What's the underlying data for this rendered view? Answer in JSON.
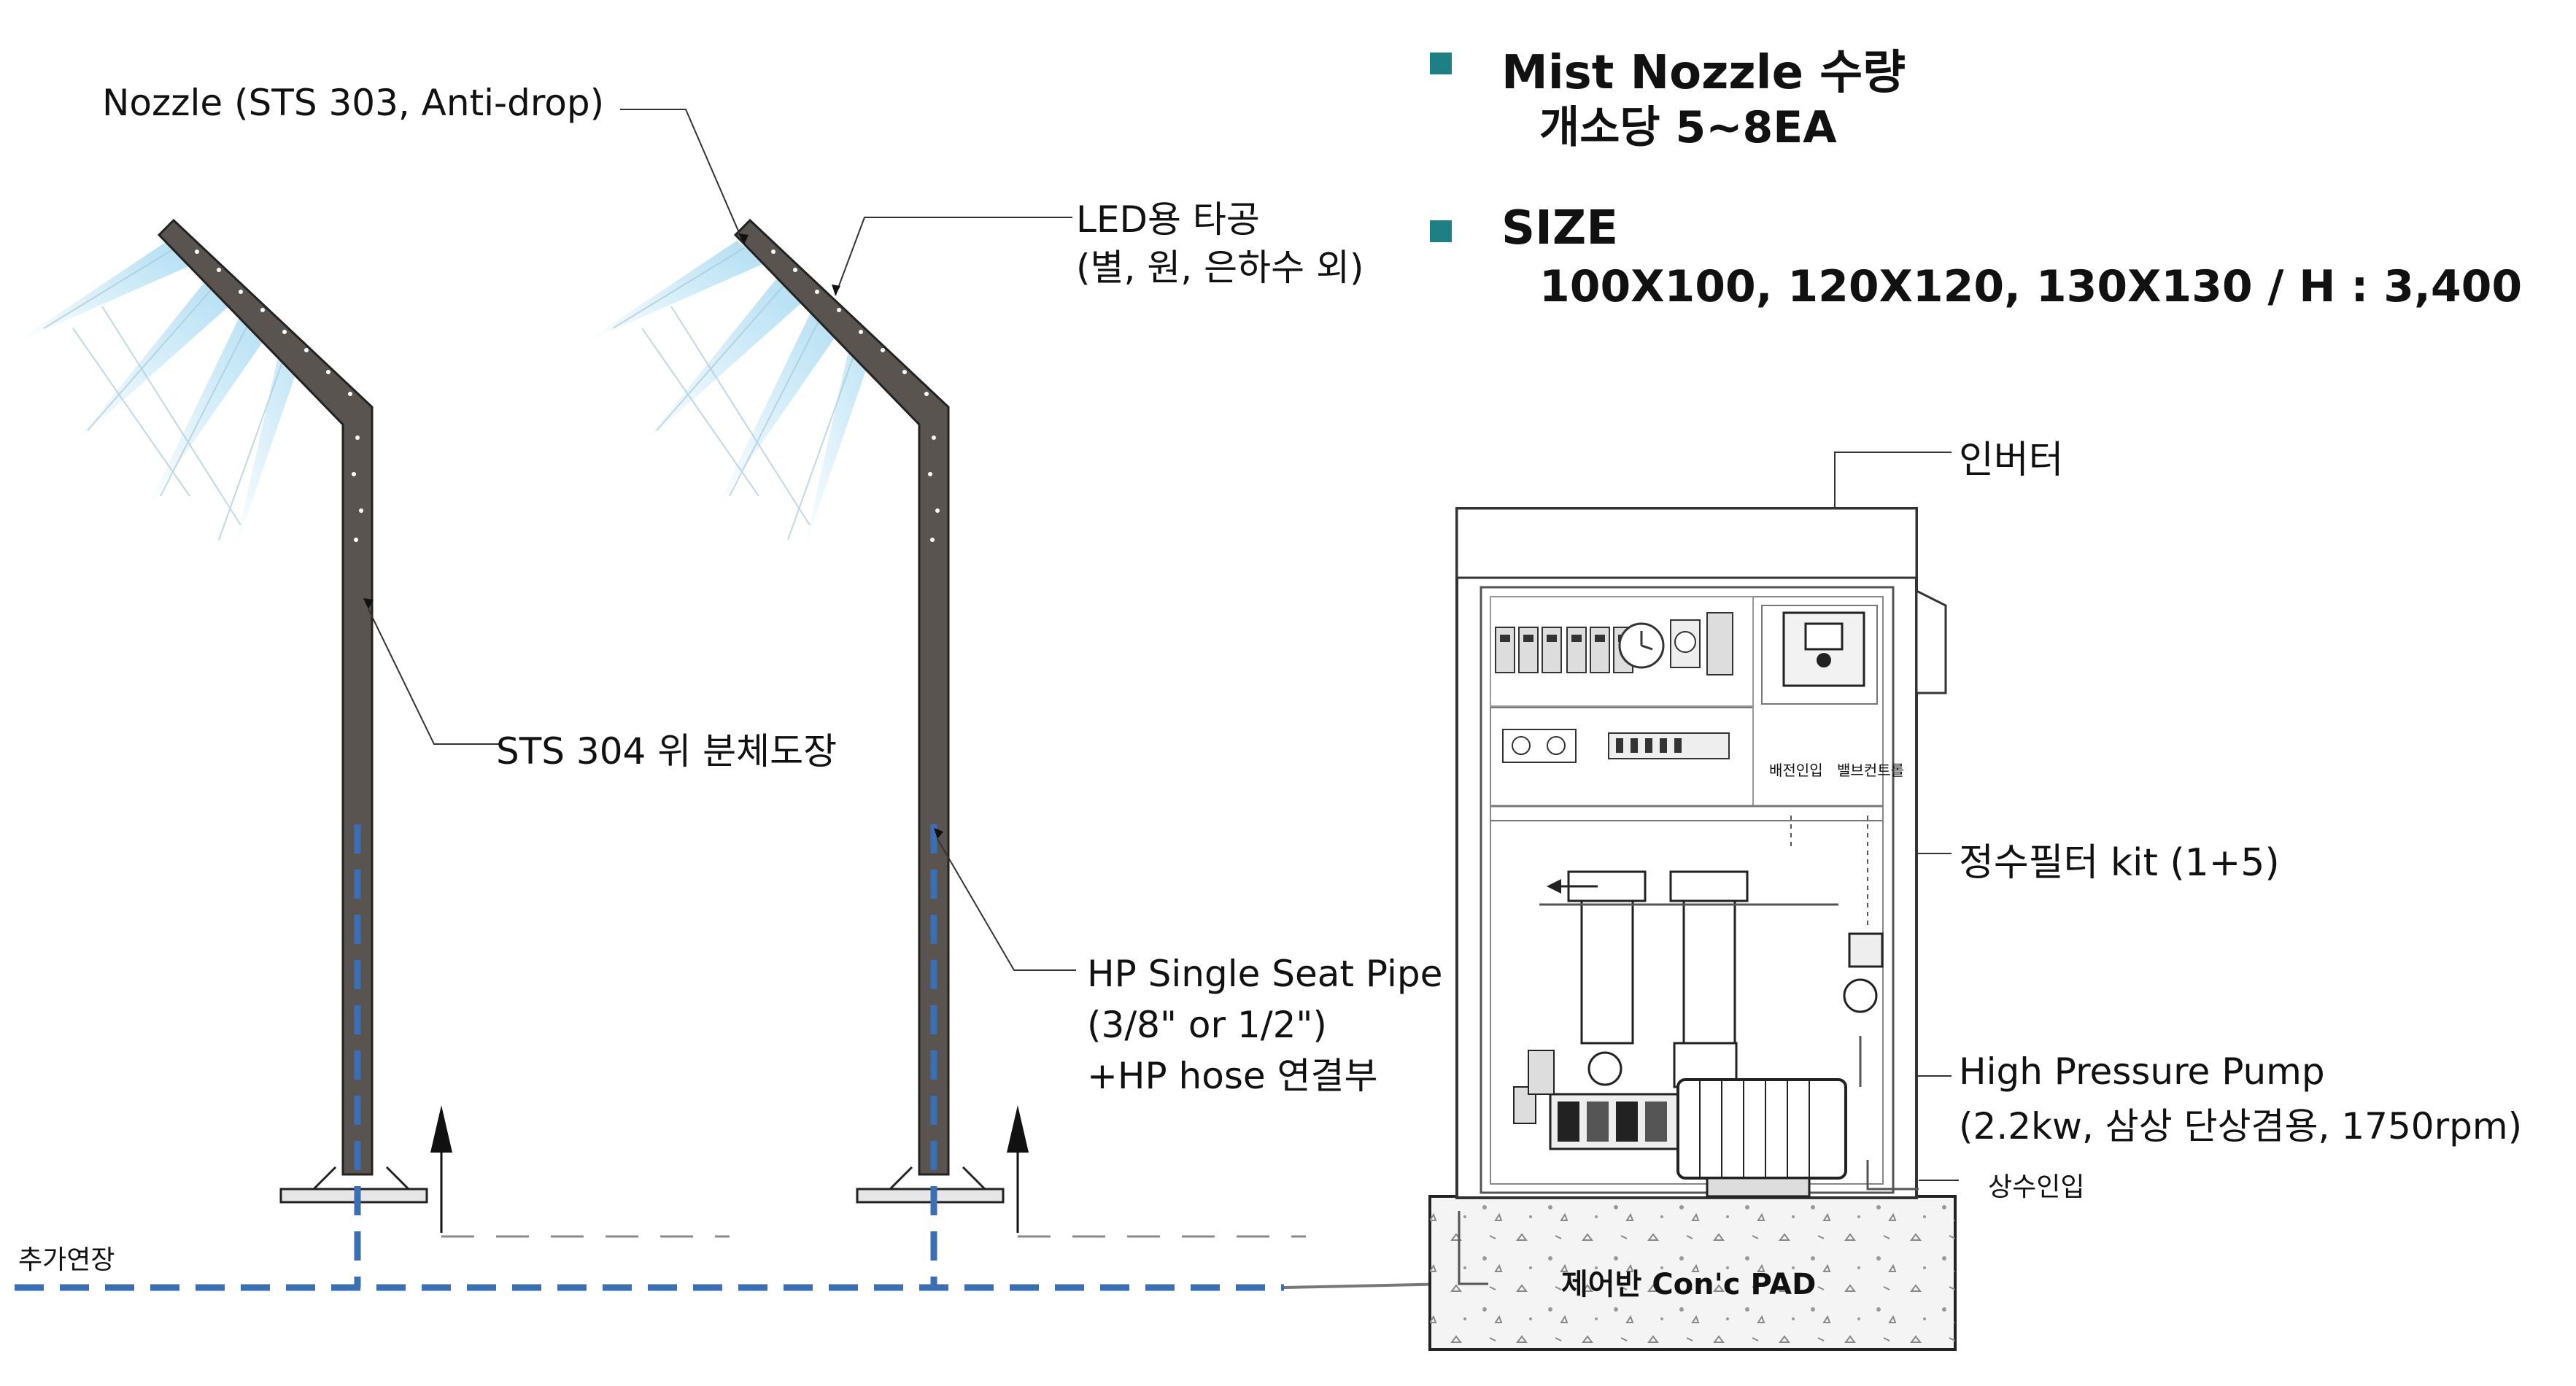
{
  "specs": {
    "nozzle_count_title": "Mist Nozzle 수량",
    "nozzle_count_value": "개소당 5~8EA",
    "size_title": "SIZE",
    "size_value": "100X100, 120X120, 130X130 / H : 3,400",
    "bullet_color": "#1e7f85"
  },
  "labels": {
    "nozzle": "Nozzle (STS 303, Anti-drop)",
    "led_line1": "LED용 타공",
    "led_line2": "(별, 원, 은하수 외)",
    "paint": "STS 304 위 분체도장",
    "pipe_line1": "HP Single Seat Pipe",
    "pipe_line2": "(3/8\" or 1/2\")",
    "pipe_line3": "+HP hose 연결부",
    "extension": "추가연장",
    "inverter": "인버터",
    "filter": "정수필터 kit (1+5)",
    "pump_line1": "High Pressure Pump",
    "pump_line2": "(2.2kw, 삼상 단상겸용, 1750rpm)",
    "water_inlet": "상수인입",
    "power_inlet": "배전인입",
    "valve_control": "밸브컨트롤",
    "pad": "제어반 Con'c PAD"
  },
  "colors": {
    "pole": "#5a5450",
    "pipe_dash": "#3a6fb5",
    "mist": "#8fd0ee"
  }
}
